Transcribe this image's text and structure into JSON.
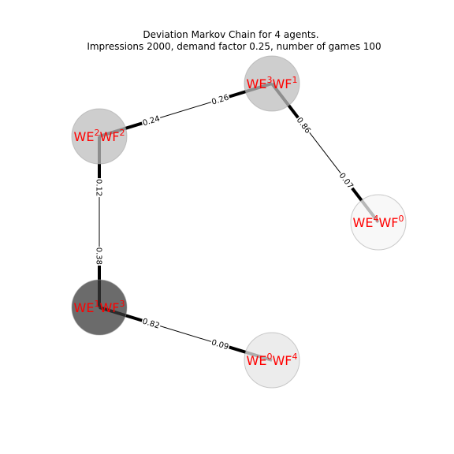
{
  "title": {
    "line1": "Deviation Markov Chain for 4 agents.",
    "line2": "Impressions 2000, demand factor 0.25, number of games 100"
  },
  "nodes": [
    {
      "id": "n31",
      "a": "3",
      "b": "1",
      "fill": "#bdbdbd",
      "opacity": 0.75
    },
    {
      "id": "n22",
      "a": "2",
      "b": "2",
      "fill": "#bdbdbd",
      "opacity": 0.75
    },
    {
      "id": "n40",
      "a": "4",
      "b": "0",
      "fill": "#f5f5f5",
      "opacity": 0.75
    },
    {
      "id": "n13",
      "a": "1",
      "b": "3",
      "fill": "#3a3a3a",
      "opacity": 0.75
    },
    {
      "id": "n04",
      "a": "0",
      "b": "4",
      "fill": "#e6e6e6",
      "opacity": 0.75
    }
  ],
  "edges": [
    {
      "source": "n22",
      "target": "n31",
      "p_source": "0.24",
      "p_target": "0.26"
    },
    {
      "source": "n31",
      "target": "n40",
      "p_source": "0.86",
      "p_target": "0.07"
    },
    {
      "source": "n22",
      "target": "n13",
      "p_source": "0.12",
      "p_target": "0.38"
    },
    {
      "source": "n13",
      "target": "n04",
      "p_source": "0.82",
      "p_target": "0.09"
    }
  ],
  "label_prefix": {
    "first": "WE",
    "second": "WF"
  },
  "colors": {
    "label": "#ff0000",
    "edge": "#000000"
  }
}
